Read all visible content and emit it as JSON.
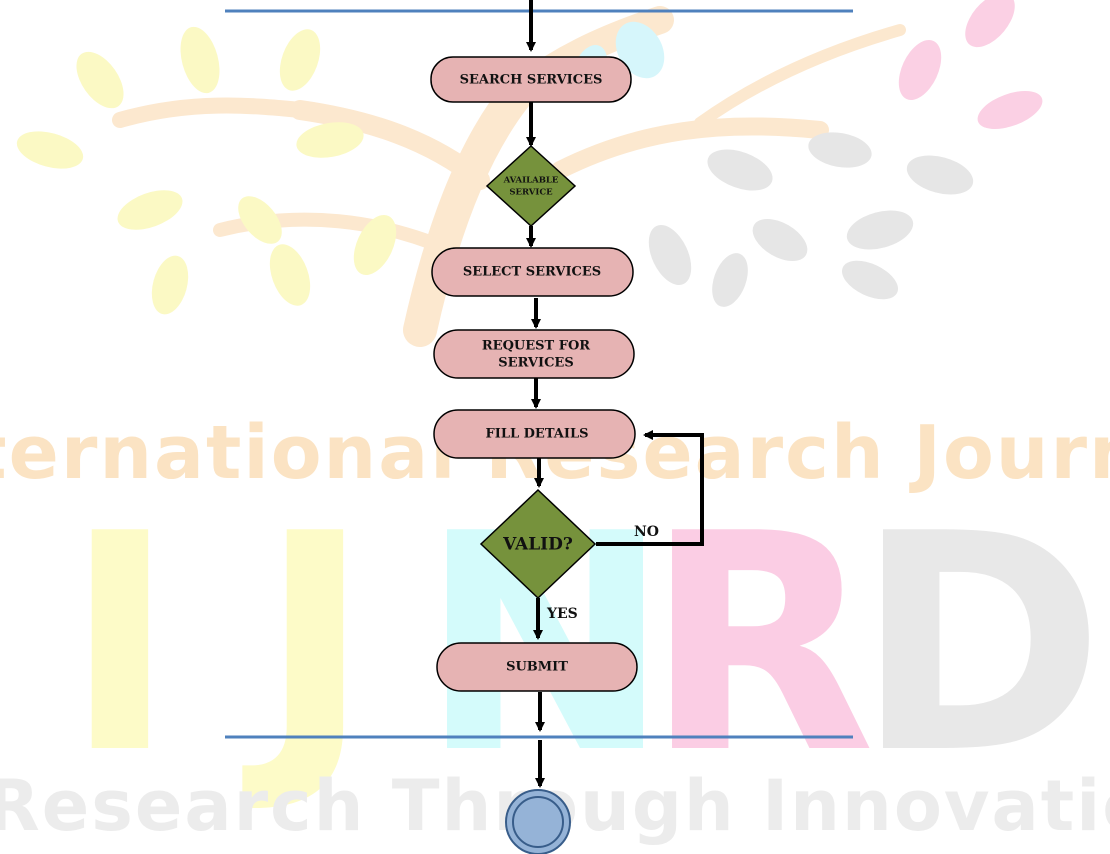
{
  "diagram": {
    "nodes": {
      "search": {
        "label": "SEARCH SERVICES",
        "shape": "rounded-rect"
      },
      "available": {
        "label_lines": [
          "AVAILABLE",
          "SERVICE"
        ],
        "shape": "diamond"
      },
      "select": {
        "label": "SELECT SERVICES",
        "shape": "rounded-rect"
      },
      "request": {
        "label_lines": [
          "REQUEST FOR",
          "SERVICES"
        ],
        "shape": "rounded-rect"
      },
      "fill": {
        "label": "FILL DETAILS",
        "shape": "rounded-rect"
      },
      "valid": {
        "label": "VALID?",
        "shape": "diamond"
      },
      "submit": {
        "label": "SUBMIT",
        "shape": "rounded-rect"
      },
      "end": {
        "shape": "double-circle"
      }
    },
    "edges": {
      "no_label": "NO",
      "yes_label": "YES"
    },
    "colors": {
      "activity_fill": "#e6b3b3",
      "decision_fill": "#76923c",
      "separator": "#4f81bd",
      "end_fill": "#95b3d7",
      "end_stroke": "#385d8a",
      "arrow": "#000000"
    }
  },
  "watermark": {
    "line1": "International Research Journal",
    "letters": [
      "I",
      "J",
      "N",
      "R",
      "D"
    ],
    "line3": "Research Through Innovation",
    "colors": {
      "line1": "#fbe3c3",
      "I": "#fdfbc8",
      "J": "#fdfbc8",
      "N": "#d4fbfb",
      "R": "#fbcde4",
      "D": "#e8e8e8",
      "line3": "#ececec",
      "leaf_yellow": "#fbf9c4",
      "leaf_gray": "#e6e6e6",
      "leaf_pink": "#fbd0e4",
      "leaf_cyan": "#d6f6fb",
      "branch": "#fce8cf"
    }
  }
}
